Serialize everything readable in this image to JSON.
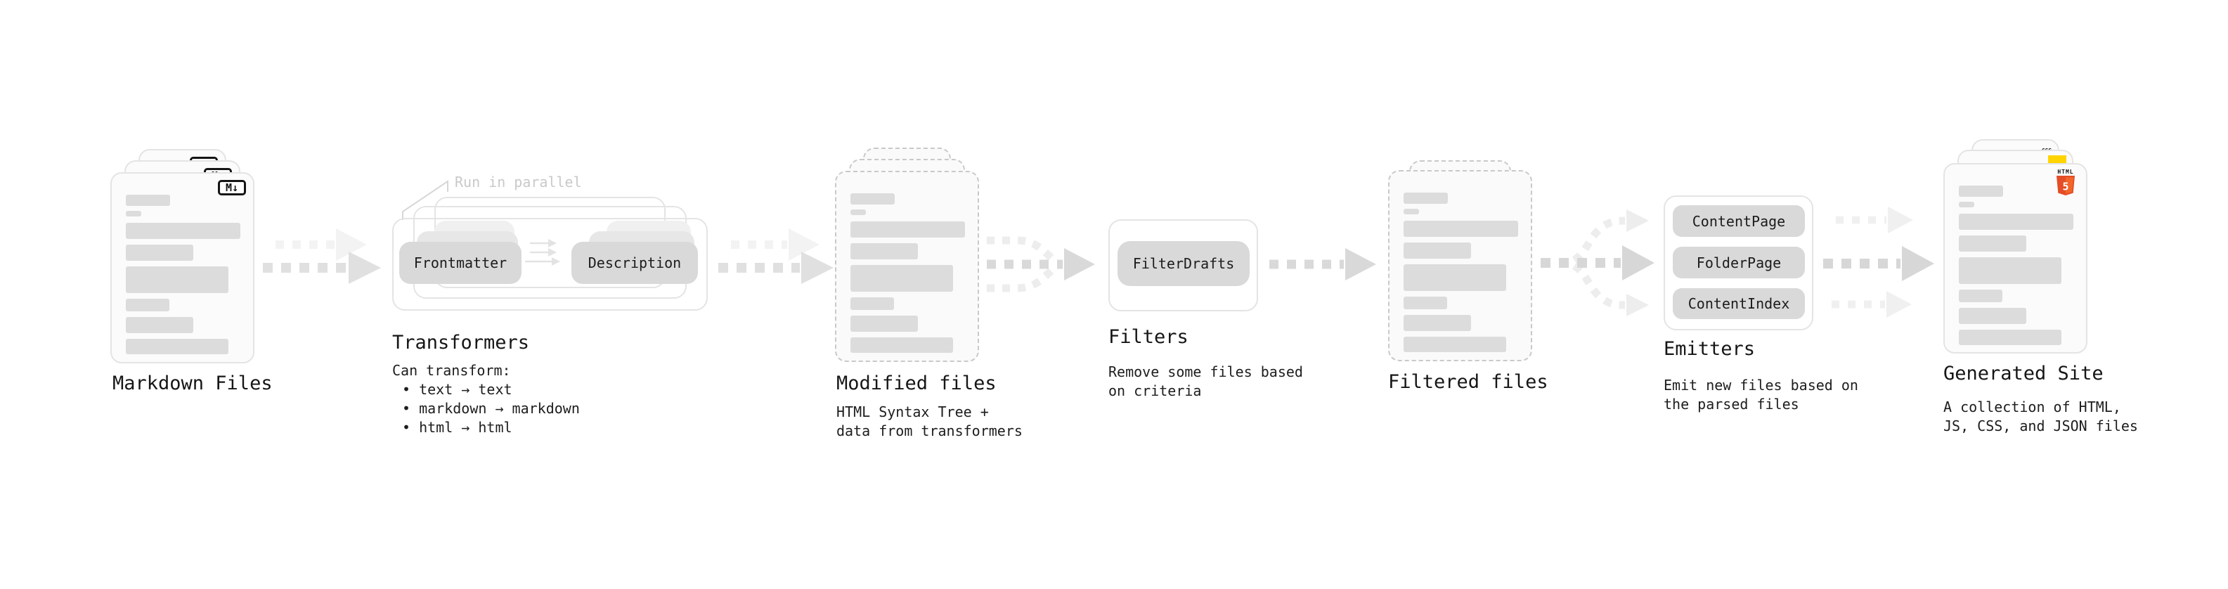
{
  "stages": [
    {
      "id": "markdown-files",
      "title": "Markdown Files"
    },
    {
      "id": "transformers",
      "title": "Transformers",
      "annotation": "Run in parallel",
      "pills": [
        "Frontmatter",
        "Description"
      ],
      "intro": "Can transform:",
      "bullets": [
        "• text → text",
        "• markdown → markdown",
        "• html → html"
      ]
    },
    {
      "id": "modified-files",
      "title": "Modified files",
      "desc": [
        "HTML Syntax Tree +",
        "data from transformers"
      ]
    },
    {
      "id": "filters",
      "title": "Filters",
      "pills": [
        "FilterDrafts"
      ],
      "desc": [
        "Remove some files based",
        "on criteria"
      ]
    },
    {
      "id": "filtered-files",
      "title": "Filtered files"
    },
    {
      "id": "emitters",
      "title": "Emitters",
      "pills": [
        "ContentPage",
        "FolderPage",
        "ContentIndex"
      ],
      "desc": [
        "Emit new files based on",
        "the parsed files"
      ]
    },
    {
      "id": "generated-site",
      "title": "Generated Site",
      "desc": [
        "A collection of HTML,",
        "JS, CSS, and JSON files"
      ]
    }
  ],
  "file_badges": {
    "markdown": "M↓",
    "html5_label": "HTML",
    "html5_number": "5",
    "css_label": "CSS"
  },
  "colors": {
    "html5_orange": "#e44d26",
    "js_yellow": "#ffd400",
    "css_blue": "#2b63e8",
    "pill_gray": "#d9d9d9",
    "arrow_dark": "#dcdcdc",
    "arrow_light": "#f2f2f2",
    "annotation_gray": "#c9c9c9",
    "text_dark": "#1a1a1a"
  }
}
